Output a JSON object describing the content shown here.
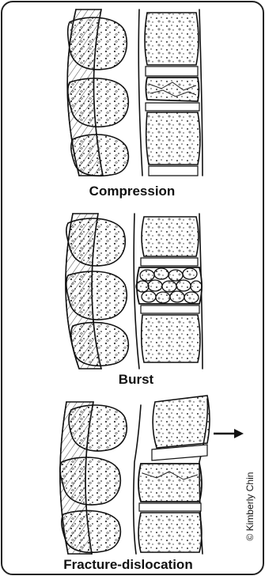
{
  "panels": [
    {
      "id": "compression",
      "label": "Compression"
    },
    {
      "id": "burst",
      "label": "Burst"
    },
    {
      "id": "fracture-dislocation",
      "label": "Fracture-dislocation"
    }
  ],
  "credit": "© Kimberly Chin",
  "icons": {
    "displacement_arrow": "right-arrow"
  }
}
